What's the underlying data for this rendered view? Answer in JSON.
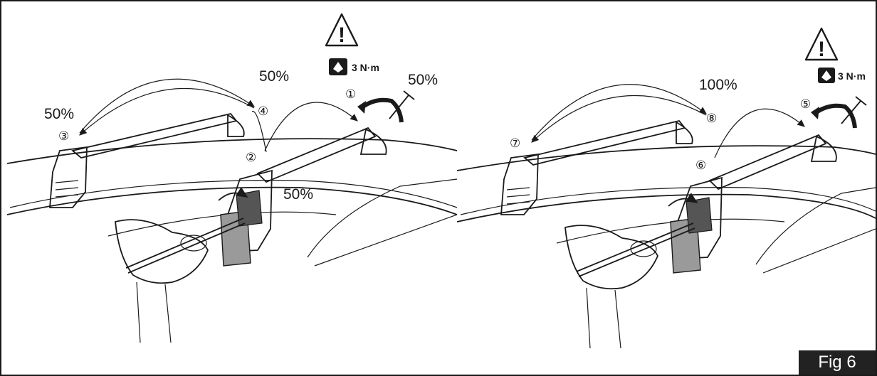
{
  "figure_label": "Fig 6",
  "panels": [
    {
      "torque": "3 N·m",
      "percent_labels": [
        "50%",
        "50%",
        "50%",
        "50%"
      ],
      "step_numbers": [
        "①",
        "②",
        "③",
        "④"
      ]
    },
    {
      "torque": "3 N·m",
      "percent_labels": [
        "100%"
      ],
      "step_numbers": [
        "⑤",
        "⑥",
        "⑦",
        "⑧"
      ]
    }
  ],
  "warning_symbol": "!",
  "icons": [
    "warning-triangle-icon",
    "torque-wrench-icon",
    "bolt-icon",
    "screwdriver-icon",
    "hand-icon"
  ],
  "colors": {
    "ink": "#1a1a1a",
    "fill": "#9a9a9a",
    "label_bg": "#222222"
  }
}
